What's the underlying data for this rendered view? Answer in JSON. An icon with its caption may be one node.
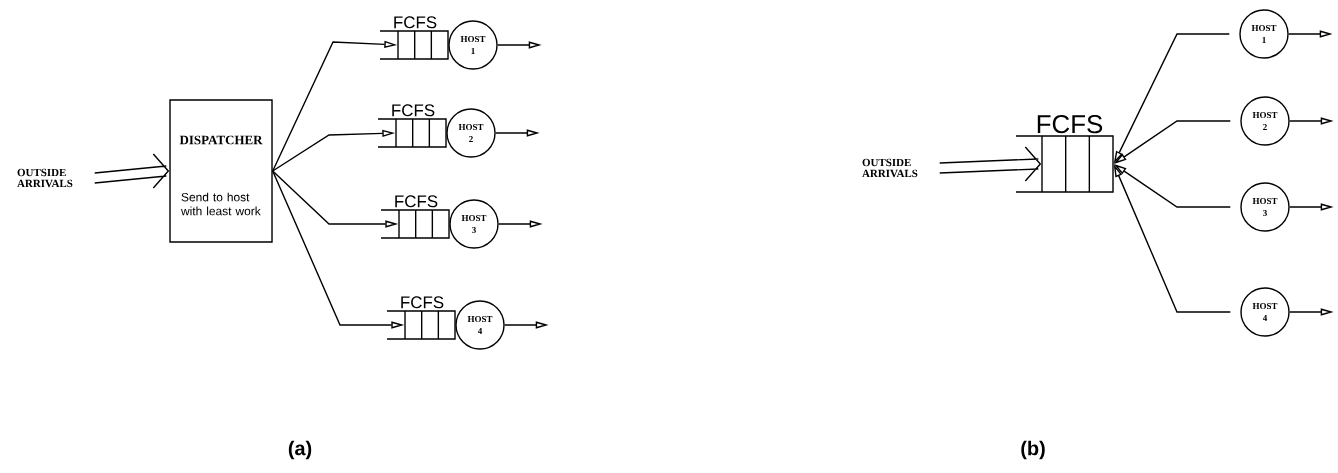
{
  "diagram": {
    "nodes": [
      {
        "text": [
          "OUTSIDE ARRIVALS"
        ]
      },
      {
        "text": [
          "DISPATCHER",
          "Send to host with least work"
        ]
      },
      {
        "text": [
          "FCFS"
        ]
      },
      {
        "text": [
          "FCFS"
        ]
      },
      {
        "text": [
          "FCFS"
        ]
      },
      {
        "text": [
          "FCFS"
        ]
      },
      {
        "text": [
          "HOST 1"
        ]
      },
      {
        "text": [
          "HOST 2"
        ]
      },
      {
        "text": [
          "HOST 3"
        ]
      },
      {
        "text": [
          "HOST 4"
        ]
      },
      {
        "text": [
          "OUTSIDE ARRIVALS"
        ]
      },
      {
        "text": [
          "FCFS"
        ]
      },
      {
        "text": [
          "HOST 1"
        ]
      },
      {
        "text": [
          "HOST 2"
        ]
      },
      {
        "text": [
          "HOST 3"
        ]
      },
      {
        "text": [
          "HOST 4"
        ]
      }
    ],
    "edges": [
      {
        "from": 0,
        "to": 1,
        "arrow": "to"
      },
      {
        "from": 1,
        "to": 2,
        "arrow": "to"
      },
      {
        "from": 1,
        "to": 3,
        "arrow": "to"
      },
      {
        "from": 1,
        "to": 4,
        "arrow": "to"
      },
      {
        "from": 1,
        "to": 5,
        "arrow": "to"
      },
      {
        "from": 6,
        "to": null,
        "arrow": "to"
      },
      {
        "from": 7,
        "to": null,
        "arrow": "to"
      },
      {
        "from": 8,
        "to": null,
        "arrow": "to"
      },
      {
        "from": 9,
        "to": null,
        "arrow": "to"
      },
      {
        "from": 10,
        "to": 11,
        "arrow": "to"
      },
      {
        "from": 12,
        "to": 11,
        "arrow": "to"
      },
      {
        "from": 13,
        "to": 11,
        "arrow": "to"
      },
      {
        "from": 14,
        "to": 11,
        "arrow": "to"
      },
      {
        "from": 15,
        "to": 11,
        "arrow": "to"
      },
      {
        "from": 12,
        "to": null,
        "arrow": "to"
      },
      {
        "from": 13,
        "to": null,
        "arrow": "to"
      },
      {
        "from": 14,
        "to": null,
        "arrow": "to"
      },
      {
        "from": 15,
        "to": null,
        "arrow": "to"
      }
    ],
    "labels": [
      "(a)",
      "(b)"
    ]
  }
}
